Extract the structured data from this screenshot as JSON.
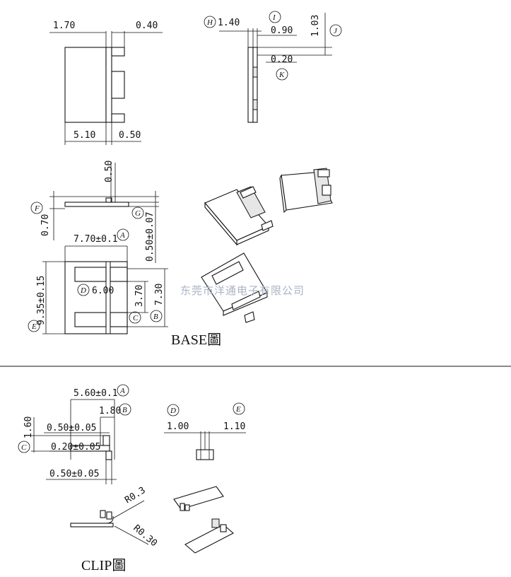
{
  "base": {
    "caption": "BASE圖",
    "side_view": {
      "d1": "1.70",
      "d2": "0.40",
      "d3": "5.10",
      "d4": "0.50"
    },
    "end_view": {
      "h_val": "1.40",
      "i_val": "0.90",
      "j_val": "1.03",
      "k_val": "0.20",
      "h_label": "H",
      "i_label": "I",
      "j_label": "J",
      "k_label": "K"
    },
    "top_view": {
      "d050": "0.50",
      "f_val": "0.70",
      "g_val": "0.50±0.07",
      "f_label": "F",
      "g_label": "G"
    },
    "plan_view": {
      "a_val": "7.70±0.1",
      "d_val": "6.00",
      "c_val": "3.70",
      "b_val": "7.30",
      "e_val": "9.35±0.15",
      "a_label": "A",
      "b_label": "B",
      "c_label": "C",
      "d_label": "D",
      "e_label": "E"
    }
  },
  "clip": {
    "caption": "CLIP圖",
    "a_val": "5.60±0.1",
    "b_val": "1.80",
    "h_val": "1.60",
    "d1": "0.50±0.05",
    "d2": "0.20±0.05",
    "d3": "0.50±0.05",
    "a_label": "A",
    "b_label": "B",
    "c_label": "C",
    "d_label": "D",
    "e_label": "E",
    "side": {
      "d_val": "1.00",
      "e_val": "1.10"
    },
    "radius": {
      "r1": "R0.3",
      "r2": "R0.30"
    }
  },
  "watermark": "东莞市洋通电子有限公司"
}
